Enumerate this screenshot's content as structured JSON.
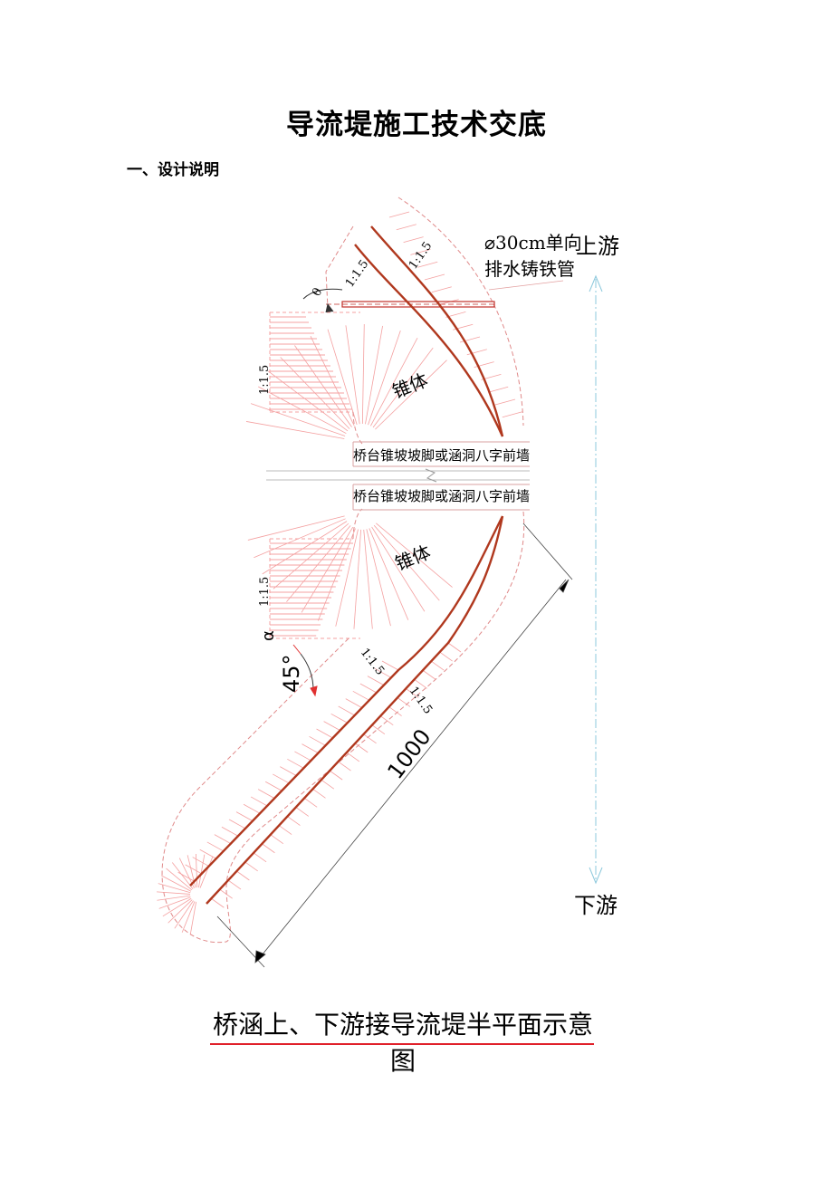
{
  "document": {
    "title": "导流堤施工技术交底",
    "section_heading": "一、设计说明"
  },
  "figure": {
    "pipe_label_line1": "⌀30cm单向",
    "pipe_label_line2": "排水铸铁管",
    "upstream_label": "上游",
    "downstream_label": "下游",
    "cone_label_upper": "锥体",
    "cone_label_lower": "锥体",
    "wall_label_upper": "桥台锥坡坡脚或涵洞八字前墙",
    "wall_label_lower": "桥台锥坡坡脚或涵洞八字前墙",
    "slope_ratio": "1:1.5",
    "angle_upper": "θ",
    "angle_lower": "45°",
    "angle_lower_symbol": "α",
    "length_dimension": "1000",
    "caption": "桥涵上、下游接导流堤半平面示意图",
    "colors": {
      "dike_line": "#b0381e",
      "hatch": "#f08a8a",
      "dash": "#d96a6a",
      "arrow": "#9bd3e6"
    }
  }
}
